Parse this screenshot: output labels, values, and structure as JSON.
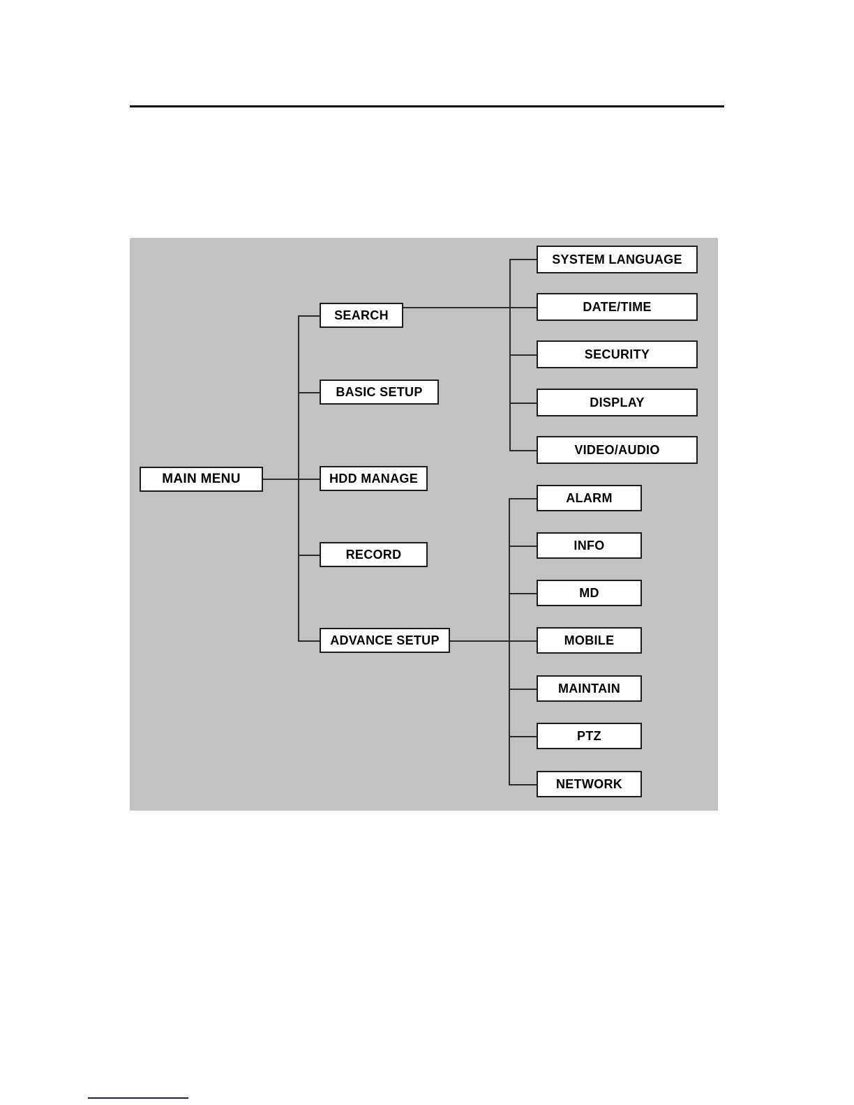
{
  "page": {
    "has_header_rule": true,
    "has_footnote_rule": true,
    "footnote_rule_color": "#1a1a6e",
    "panel_background": "#c2c2c2",
    "box_background": "#ffffff",
    "line_color": "#2a2a2a"
  },
  "diagram": {
    "type": "tree",
    "root": {
      "label": "MAIN MENU"
    },
    "level1": [
      {
        "label": "SEARCH"
      },
      {
        "label": "BASIC SETUP"
      },
      {
        "label": "HDD MANAGE"
      },
      {
        "label": "RECORD"
      },
      {
        "label": "ADVANCE SETUP"
      }
    ],
    "basic_setup_children": [
      {
        "label": "SYSTEM LANGUAGE"
      },
      {
        "label": "DATE/TIME"
      },
      {
        "label": "SECURITY"
      },
      {
        "label": "DISPLAY"
      },
      {
        "label": "VIDEO/AUDIO"
      }
    ],
    "advance_setup_children": [
      {
        "label": "ALARM"
      },
      {
        "label": "INFO"
      },
      {
        "label": "MD"
      },
      {
        "label": "MOBILE"
      },
      {
        "label": "MAINTAIN"
      },
      {
        "label": "PTZ"
      },
      {
        "label": "NETWORK"
      }
    ]
  }
}
